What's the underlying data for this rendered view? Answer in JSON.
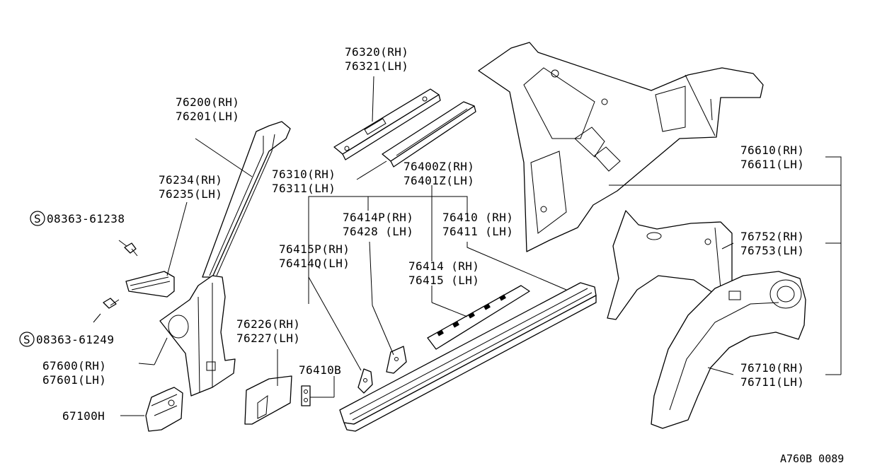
{
  "diagram_ref": "A760B 0089",
  "callouts": [
    {
      "id": "c76320",
      "lines": [
        "76320(RH)",
        "76321(LH)"
      ]
    },
    {
      "id": "c76200",
      "lines": [
        "76200(RH)",
        "76201(LH)"
      ]
    },
    {
      "id": "c76234",
      "lines": [
        "76234(RH)",
        "76235(LH)"
      ]
    },
    {
      "id": "c76310",
      "lines": [
        "76310(RH)",
        "76311(LH)"
      ]
    },
    {
      "id": "c76400",
      "lines": [
        "76400Z(RH)",
        "76401Z(LH)"
      ]
    },
    {
      "id": "c76414p",
      "lines": [
        "76414P(RH)",
        "76428 (LH)"
      ]
    },
    {
      "id": "c76410",
      "lines": [
        "76410 (RH)",
        "76411 (LH)"
      ]
    },
    {
      "id": "c76415p",
      "lines": [
        "76415P(RH)",
        "76414Q(LH)"
      ]
    },
    {
      "id": "c76414",
      "lines": [
        "76414 (RH)",
        "76415 (LH)"
      ]
    },
    {
      "id": "c76226",
      "lines": [
        "76226(RH)",
        "76227(LH)"
      ]
    },
    {
      "id": "c76410b",
      "lines": [
        "76410B"
      ]
    },
    {
      "id": "c67600",
      "lines": [
        "67600(RH)",
        "67601(LH)"
      ]
    },
    {
      "id": "c67100",
      "lines": [
        "67100H"
      ]
    },
    {
      "id": "c76610",
      "lines": [
        "76610(RH)",
        "76611(LH)"
      ]
    },
    {
      "id": "c76752",
      "lines": [
        "76752(RH)",
        "76753(LH)"
      ]
    },
    {
      "id": "c76710",
      "lines": [
        "76710(RH)",
        "76711(LH)"
      ]
    }
  ],
  "screws": [
    {
      "id": "s1",
      "symbol": "S",
      "text": "08363-61238"
    },
    {
      "id": "s2",
      "symbol": "S",
      "text": "08363-61249"
    }
  ]
}
